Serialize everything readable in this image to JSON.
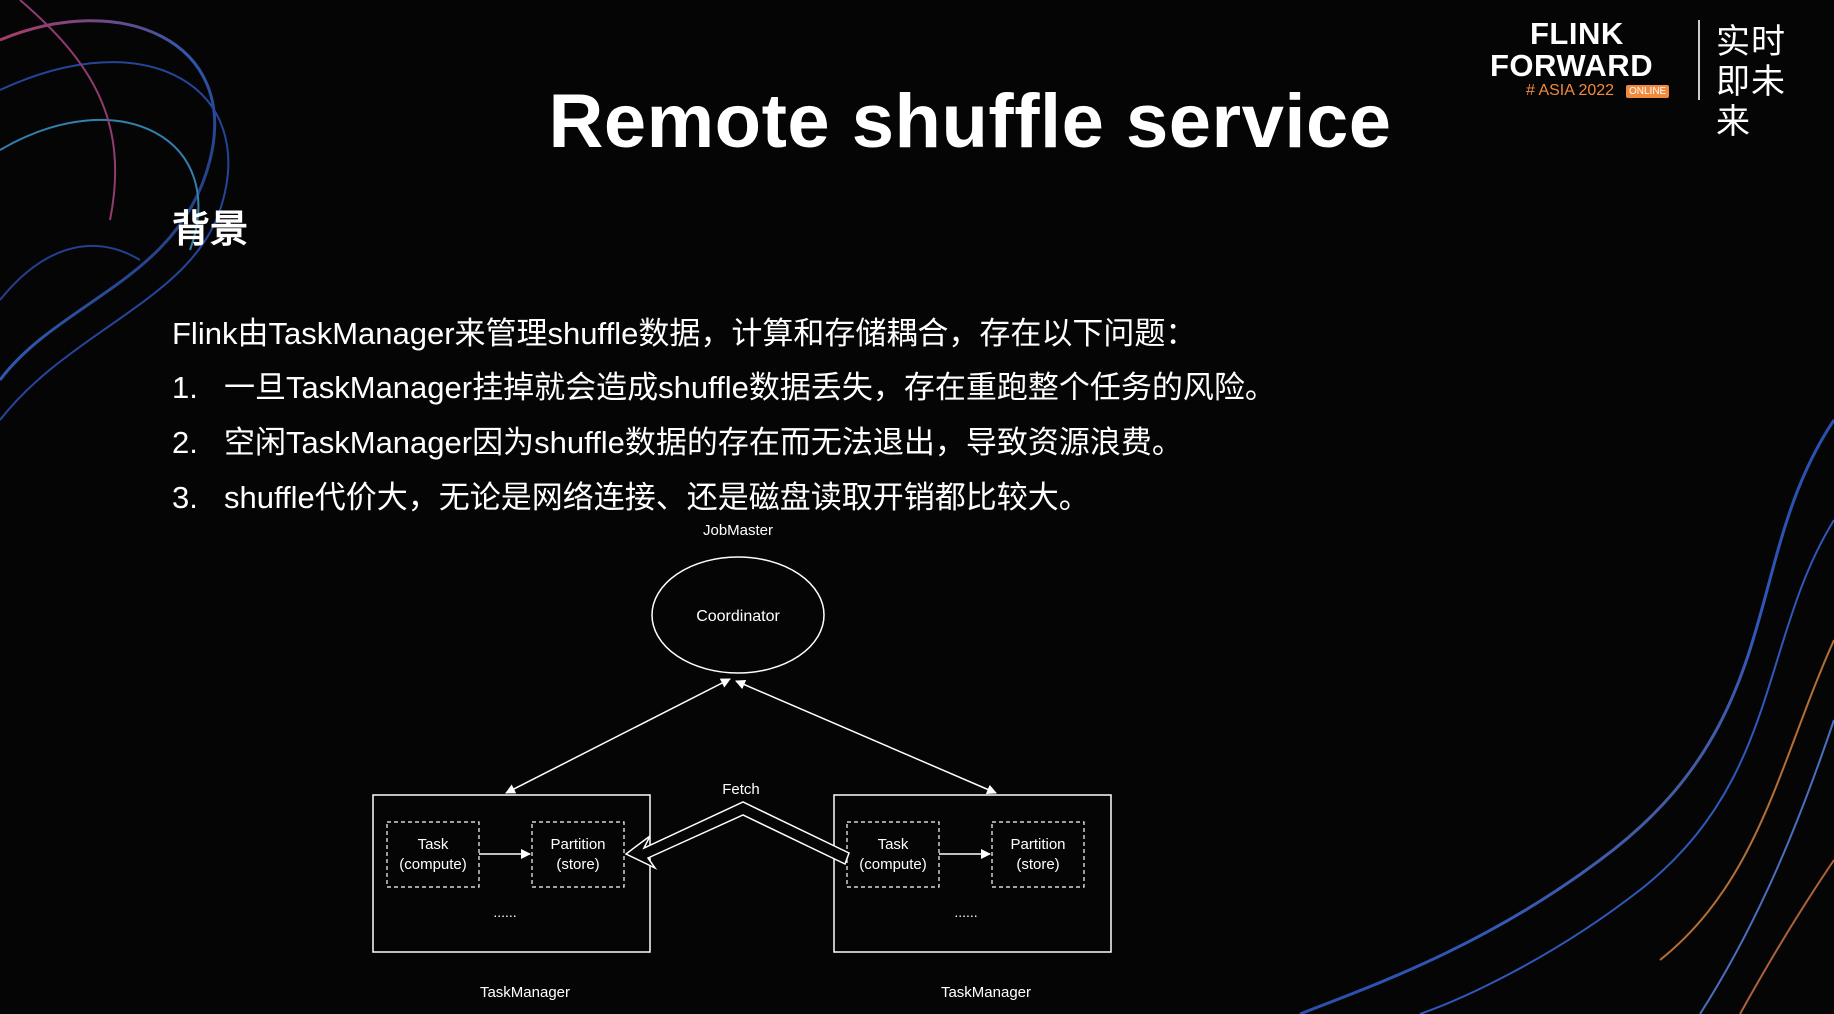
{
  "slide": {
    "title": "Remote shuffle service",
    "section_heading": "背景",
    "intro": "Flink由TaskManager来管理shuffle数据，计算和存储耦合，存在以下问题：",
    "points": [
      {
        "num": "1.",
        "text": "一旦TaskManager挂掉就会造成shuffle数据丢失，存在重跑整个任务的风险。"
      },
      {
        "num": "2.",
        "text": "空闲TaskManager因为shuffle数据的存在而无法退出，导致资源浪费。"
      },
      {
        "num": "3.",
        "text": "shuffle代价大，无论是网络连接、还是磁盘读取开销都比较大。"
      }
    ]
  },
  "logo": {
    "line1": "FLINK",
    "line2": "FORWARD",
    "sub": "# ASIA 2022",
    "badge": "ONLINE",
    "cn": "实时即未来"
  },
  "diagram": {
    "jobmaster_label": "JobMaster",
    "coordinator_label": "Coordinator",
    "fetch_label": "Fetch",
    "ellipsis": "......",
    "task_managers": [
      {
        "label": "TaskManager",
        "task_line1": "Task",
        "task_line2": "(compute)",
        "partition_line1": "Partition",
        "partition_line2": "(store)"
      },
      {
        "label": "TaskManager",
        "task_line1": "Task",
        "task_line2": "(compute)",
        "partition_line1": "Partition",
        "partition_line2": "(store)"
      }
    ]
  },
  "colors": {
    "background": "#050505",
    "text": "#ffffff",
    "logo_accent": "#f08a3c"
  }
}
